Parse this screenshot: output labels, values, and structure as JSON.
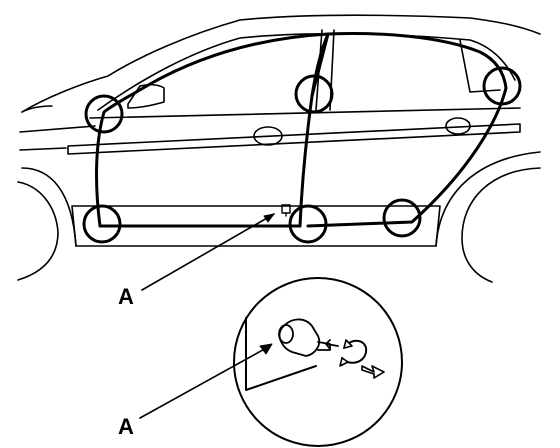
{
  "callouts": {
    "upper": "A",
    "lower": "A"
  },
  "colors": {
    "line": "#000000",
    "background": "#ffffff"
  },
  "icons": [
    "car-side-outline",
    "circle-highlight",
    "detail-inset-circle",
    "rotate-arrow",
    "pull-out-arrow"
  ]
}
